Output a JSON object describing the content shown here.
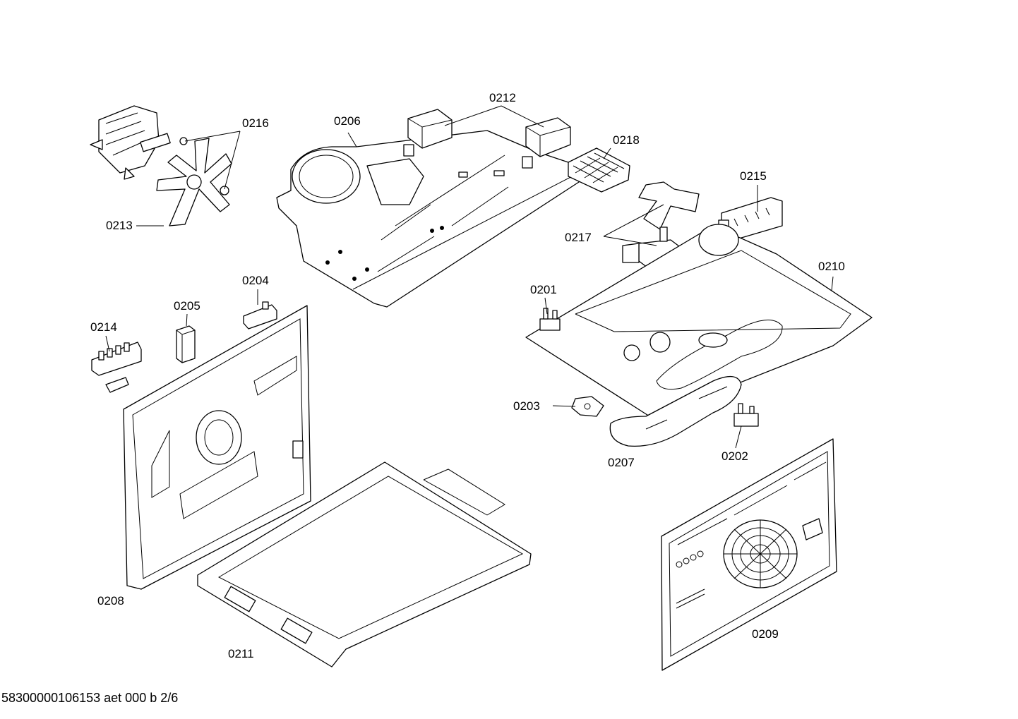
{
  "callouts": {
    "c0201": "0201",
    "c0202": "0202",
    "c0203": "0203",
    "c0204": "0204",
    "c0205": "0205",
    "c0206": "0206",
    "c0207": "0207",
    "c0208": "0208",
    "c0209": "0209",
    "c0210": "0210",
    "c0211": "0211",
    "c0212": "0212",
    "c0213": "0213",
    "c0214": "0214",
    "c0215": "0215",
    "c0216": "0216",
    "c0217": "0217",
    "c0218": "0218"
  },
  "footer": "58300000106153 aet 000 b 2/6"
}
